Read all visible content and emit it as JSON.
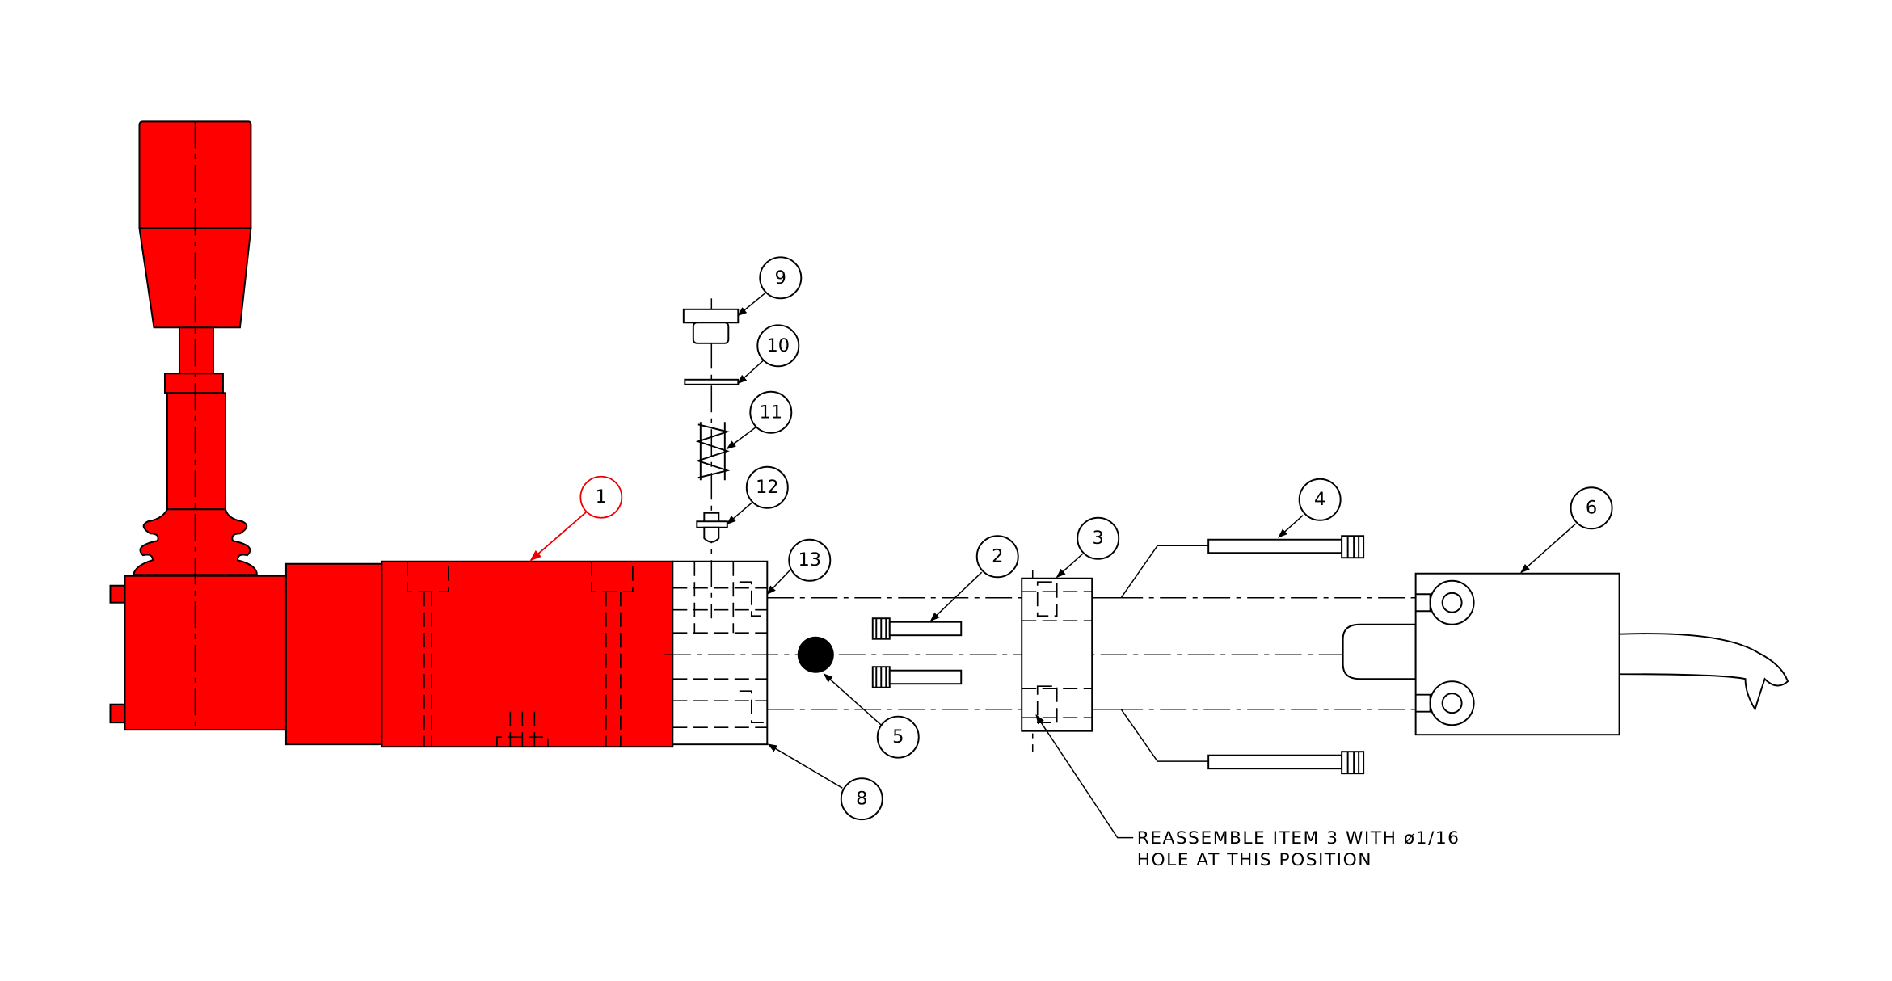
{
  "balloons": [
    "1",
    "2",
    "3",
    "4",
    "5",
    "6",
    "8",
    "9",
    "10",
    "11",
    "12",
    "13"
  ],
  "note": {
    "line1": "REASSEMBLE ITEM 3 WITH ø1/16",
    "line2": "HOLE AT THIS POSITION"
  },
  "colors": {
    "highlight": "#ff0000",
    "line": "#000000"
  }
}
